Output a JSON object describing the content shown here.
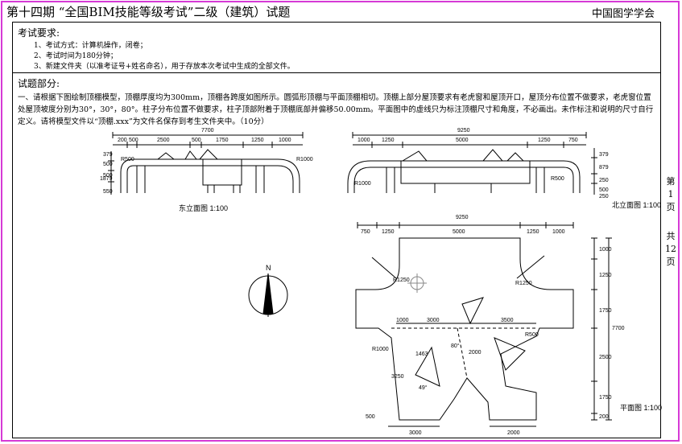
{
  "header": {
    "title": "第十四期 “全国BIM技能等级考试”二级（建筑）试题",
    "org": "中国图学学会"
  },
  "requirements": {
    "title": "考试要求:",
    "items": [
      "1、考试方式：计算机操作，闭卷；",
      "2、考试时间为180分钟；",
      "3、新建文件夹（以准考证号+姓名命名），用于存放本次考试中生成的全部文件。"
    ]
  },
  "section": {
    "title": "试题部分:",
    "question": "一、请根据下图绘制顶棚模型，顶棚厚度均为300mm，顶棚各跨度如图所示。圆弧形顶棚与平面顶棚相切。顶棚上部分屋顶要求有老虎窗和屋顶开口，屋顶分布位置不做要求，老虎窗位置处屋顶坡度分别为30°，30°，80°。柱子分布位置不做要求，柱子顶部附着于顶棚底部并偏移50.00mm。平面图中的虚线只为标注顶棚尺寸和角度，不必画出。未作标注和说明的尺寸自行定义。请将模型文件以“顶棚.xxx”为文件名保存到考生文件夹中。（10分）"
  },
  "page_side": {
    "page_label": "第1页",
    "total_label": "共12页"
  },
  "drawing": {
    "east": {
      "title": "东立面图 1:100",
      "top_dim": "7700",
      "dims": [
        "200",
        "500",
        "2500",
        "500",
        "1750",
        "1250",
        "1000"
      ],
      "left_dims": [
        "1879",
        "550",
        "500",
        "500",
        "379"
      ],
      "radius_left": "R500",
      "radius_right": "R1000"
    },
    "north": {
      "title": "北立面图 1:100",
      "top_dim": "9250",
      "dims": [
        "1000",
        "1250",
        "5000",
        "1250",
        "750"
      ],
      "right_dims": [
        "379",
        "879",
        "250",
        "500",
        "250"
      ],
      "radius_left": "R1000",
      "radius_right": "R500"
    },
    "plan": {
      "title": "平面图 1:100",
      "top_dim": "9250",
      "dims": [
        "750",
        "1250",
        "5000",
        "1250",
        "1000"
      ],
      "right_dims": [
        "1000",
        "1250",
        "1750",
        "7700",
        "2500",
        "1750",
        "200"
      ],
      "inner_dims": [
        "1000",
        "3000",
        "3500"
      ],
      "radii": [
        "R1250",
        "R1250",
        "R1000",
        "R500"
      ],
      "angles": [
        "80°",
        "49°"
      ],
      "slant_dims": [
        "3250",
        "1463",
        "2000"
      ],
      "bottom_dims": [
        "3000",
        "2000",
        "500"
      ]
    },
    "compass_label": "N"
  }
}
